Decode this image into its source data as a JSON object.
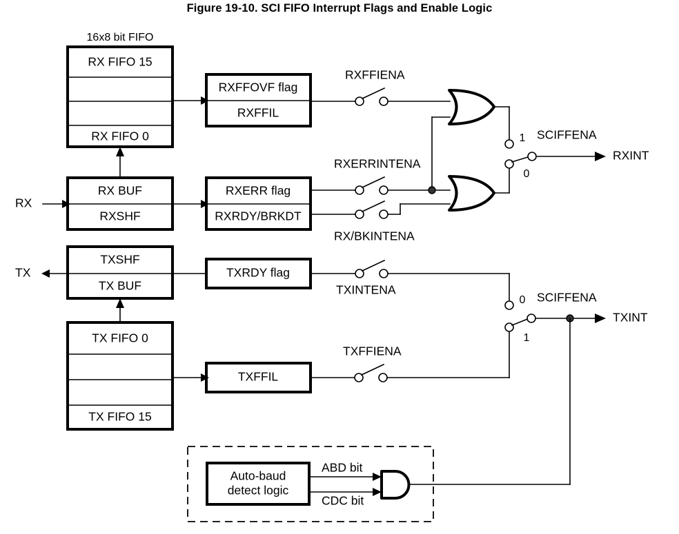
{
  "figure": {
    "title": "Figure 19-10. SCI FIFO Interrupt Flags and Enable Logic",
    "caption_fifo": "16x8 bit FIFO"
  },
  "blocks": {
    "rx_fifo": {
      "top_label": "RX FIFO 15",
      "bottom_label": "RX FIFO 0"
    },
    "rx_buf": {
      "top_label": "RX BUF",
      "bottom_label": "RXSHF"
    },
    "rx_flags": {
      "top_label": "RXFFOVF flag",
      "bottom_label": "RXFFIL"
    },
    "rx_err_flags": {
      "top_label": "RXERR flag",
      "bottom_label": "RXRDY/BRKDT"
    },
    "tx_buf": {
      "top_label": "TXSHF",
      "bottom_label": "TX BUF"
    },
    "tx_rdy": {
      "label": "TXRDY flag"
    },
    "tx_fifo": {
      "top_label": "TX FIFO 0",
      "bottom_label": "TX FIFO 15"
    },
    "tx_ffil": {
      "label": "TXFFIL"
    },
    "autobaud": {
      "line1": "Auto-baud",
      "line2": "detect logic"
    }
  },
  "signals": {
    "rx_in": "RX",
    "tx_out": "TX",
    "rx_int": "RXINT",
    "tx_int": "TXINT",
    "abd_bit": "ABD bit",
    "cdc_bit": "CDC bit"
  },
  "enables": {
    "rxffiena": "RXFFIENA",
    "rxerrintena": "RXERRINTENA",
    "rx_bkintena": "RX/BKINTENA",
    "txintena": "TXINTENA",
    "txffiena": "TXFFIENA",
    "sciffena_rx": "SCIFFENA",
    "sciffena_tx": "SCIFFENA"
  },
  "mux": {
    "rx_top_value": "1",
    "rx_bottom_value": "0",
    "tx_top_value": "0",
    "tx_bottom_value": "1"
  },
  "colors": {
    "ink": "#000000",
    "paper": "#ffffff",
    "node_fill": "#ffffff",
    "junction": "#333333"
  }
}
